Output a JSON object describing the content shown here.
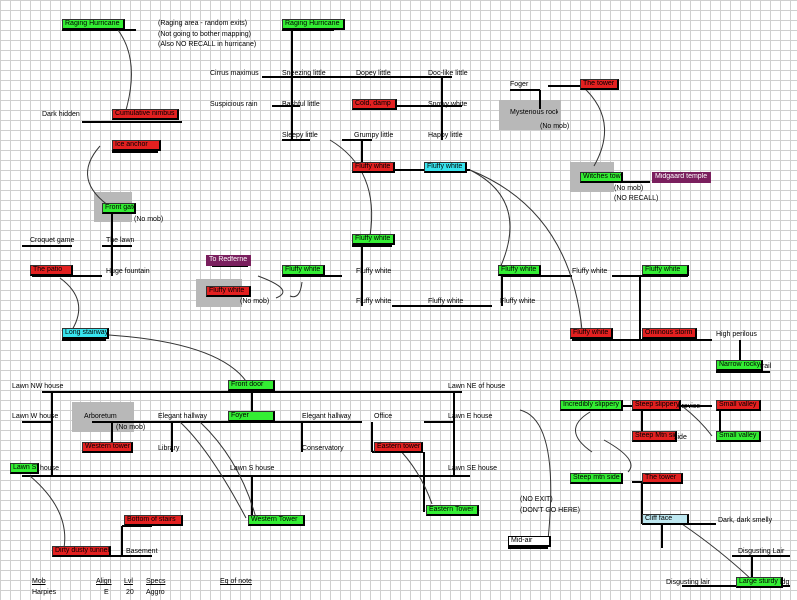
{
  "nodes": {
    "raging_hurricane_1": "Raging Hurricane",
    "raging_hurricane_2": "Raging Hurricane",
    "cumulative_nimbus": "Cumulative nimbus",
    "ice_anchor": "Ice anchor",
    "front_gate": "Front gate",
    "the_patio": "The patio",
    "long_stairway": "Long stairway",
    "to_redferne": "To Redferne",
    "fluffy_white_door": "Fluffy white",
    "cold_damp": "Cold, damp",
    "fluffy_white_red": "Fluffy white",
    "fluffy_white_cyan": "Fluffy white",
    "fluffy_white_g1": "Fluffy white",
    "fluffy_white_g2": "Fluffy white",
    "fluffy_white_g3": "Fluffy white",
    "fluffy_white_g4": "Fluffy white",
    "fluffy_white_red2": "Fluffy white",
    "mysterious_rock": "Mysterious rock",
    "the_tower": "The tower",
    "witches_tower": "Witches tower",
    "midgaard_temple": "Midgaard temple",
    "ominous_storm": "Ominous storm",
    "narrow_rocky": "Narrow rocky",
    "front_door": "Front door",
    "foyer_house": "Foyer",
    "western_tower_red": "Western tower",
    "eastern_tower_red": "Eastern tower",
    "lawn_sw": "Lawn SW",
    "bottom_of_stairs": "Bottom of stairs",
    "dirty_dusty_tunnel": "Dirty dusty tunnel",
    "western_tower": "Western Tower",
    "eastern_tower": "Eastern Tower",
    "incredibly_slippery": "Incredibly slippery",
    "steep_slippery": "Steep slippery",
    "steep_mtn_side_red": "Steep Mtn side",
    "small_valley_red": "Small valley",
    "small_valley": "Small valley",
    "steep_mtn_side": "Steep mtn side",
    "the_tower_2": "The tower",
    "cliff_face": "Cliff face",
    "mid_air": "Mid-air",
    "large_sturdy": "Large sturdy"
  },
  "labels": {
    "raging_area": "(Raging area - random exits)",
    "not_mapping": "(Not going to bother mapping)",
    "no_recall_hurricane": "(Also NO RECALL in hurricane)",
    "cirrus_maximus": "Cirrus maximus",
    "sneezing_little": "Sneezing little",
    "dopey_little": "Dopey little",
    "doc_like_little": "Doc-like little",
    "fogger": "Foger",
    "suspicious_rain": "Suspicious rain",
    "bashful_little": "Bashful little",
    "snowy_white": "Snowy white",
    "no_mob_rock": "(No mob)",
    "dark_hidden": "Dark hidden",
    "sleepy_little": "Sleepy little",
    "grumpy_little": "Grumpy little",
    "happy_little": "Happy little",
    "no_mob_witch": "(No mob)",
    "no_recall": "(NO RECALL)",
    "no_mob_gate": "(No mob)",
    "croquet_game": "Croquet game",
    "the_lawn": "The lawn",
    "huge_fountain": "Huge fountain",
    "fluffy_white_t1": "Fluffy white",
    "fluffy_white_t2": "Fluffy white",
    "fluffy_white_t3": "Fluffy white",
    "fluffy_white_t4": "Fluffy white",
    "no_mob_fluffy": "(No mob)",
    "high_perilous": "High perilous",
    "rocky_trail": "trail",
    "lawn_nw": "Lawn NW house",
    "lawn_ne": "Lawn NE of house",
    "lawn_w": "Lawn W house",
    "arboretum": "Arboretum",
    "elegant_hallway_1": "Elegant hallway",
    "elegant_hallway_2": "Elegant hallway",
    "office": "Office",
    "lawn_e": "Lawn E house",
    "no_mob_arb": "(No mob)",
    "library": "Library",
    "conservatory": "Conservatory",
    "crevice": "crevice",
    "mtn_side_suffix": "side",
    "lawn_sw_suffix": "house",
    "lawn_s": "Lawn S house",
    "lawn_se": "Lawn SE house",
    "basement": "Basement",
    "no_exit": "(NO EXIT)",
    "dont_go": "(DON'T GO HERE)",
    "dark_dark_smelly": "Dark, dark smelly",
    "disgusting_lair_1": "Disgusting Lair",
    "disgusting_lair_2": "Disgusting lair",
    "sturdy_suffix": "ldg"
  },
  "legend": {
    "headers": [
      "Mob",
      "Align",
      "Lvl",
      "Specs",
      "Eq of note"
    ],
    "row": [
      "Harpies",
      "E",
      "20",
      "Aggro",
      ""
    ]
  },
  "colors": {
    "red": "#e32020",
    "green": "#33ee33",
    "cyan": "#38e4ee",
    "purple": "#7a1f5e",
    "gray_highlight": "#b8b8b8"
  }
}
